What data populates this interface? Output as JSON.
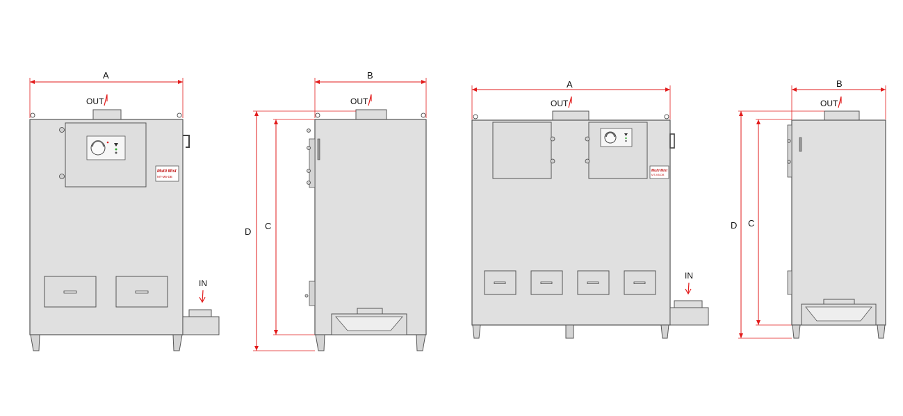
{
  "labels": {
    "dim_a": "A",
    "dim_b": "B",
    "dim_c": "C",
    "dim_d": "D",
    "out": "OUT",
    "in": "IN"
  },
  "badge": {
    "brand": "Multi Mist",
    "model": "MT-M5-DB"
  },
  "colors": {
    "dimension_line": "#e21b1b",
    "machine_body": "#e0e0e0",
    "outline": "#555555"
  }
}
